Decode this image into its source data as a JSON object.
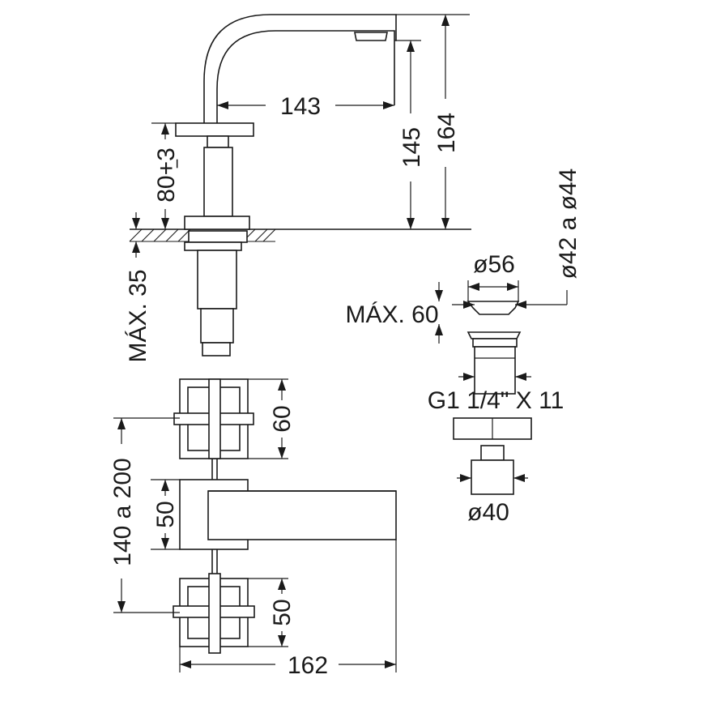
{
  "drawing": {
    "side_view": {
      "spout_reach": "143",
      "spout_height_outlet": "145",
      "total_height": "164",
      "handle_height": "80+3",
      "handle_tolerance": "−",
      "max_deck_thickness": "MÁX. 35"
    },
    "drain": {
      "pop_up_diameter": "ø56",
      "hole_range": "ø42 a ø44",
      "max_thickness": "MÁX. 60",
      "thread_spec": "G1 1/4\" X 11",
      "knob_diameter": "ø40"
    },
    "top_view": {
      "handle_size_top": "60",
      "center_distance": "140 a 200",
      "spout_width": "50",
      "handle_size_bottom": "50",
      "overall_depth": "162"
    }
  },
  "colors": {
    "line": "#1a1a1a",
    "background": "#ffffff"
  }
}
